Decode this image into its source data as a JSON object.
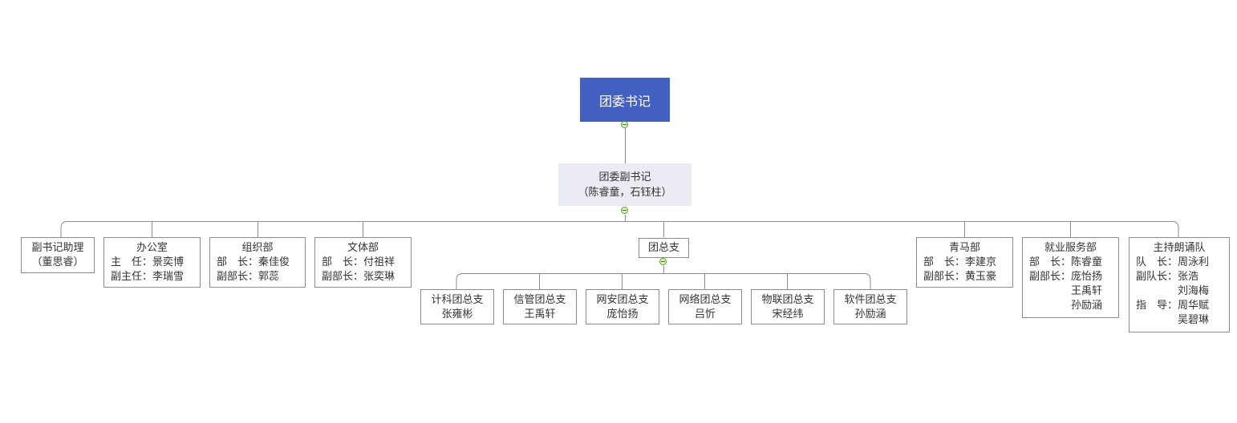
{
  "root": {
    "label": "团委书记"
  },
  "deputy": {
    "title": "团委副书记",
    "names": "（陈睿童，石钰柱）"
  },
  "departments": [
    {
      "id": "assistant",
      "title": "副书记助理",
      "lines": [
        "（董思睿）"
      ]
    },
    {
      "id": "office",
      "title": "办公室",
      "lines": [
        "主　任：景奕博",
        "副主任：李瑞雪"
      ]
    },
    {
      "id": "organization",
      "title": "组织部",
      "lines": [
        "部　长：秦佳俊",
        "副部长：郭蕊"
      ]
    },
    {
      "id": "culture",
      "title": "文体部",
      "lines": [
        "部　长：付祖祥",
        "副部长：张奕琳"
      ]
    },
    {
      "id": "youth",
      "title": "青马部",
      "lines": [
        "部　长：李建京",
        "副部长：黄玉豪"
      ]
    },
    {
      "id": "employment",
      "title": "就业服务部",
      "lines": [
        "部　长：陈睿童",
        "副部长：庞怡扬",
        "　　　　王禹轩",
        "　　　　孙励涵"
      ]
    },
    {
      "id": "host",
      "title": "主持朗诵队",
      "lines": [
        "队　长：周泳利",
        "副队长：张浩",
        "　　　　刘海梅",
        "指　导：周华赋",
        "　　　　吴碧琳"
      ]
    }
  ],
  "branch": {
    "title": "团总支",
    "children": [
      {
        "title": "计科团总支",
        "lines": [
          "张雍彬"
        ]
      },
      {
        "title": "信管团总支",
        "lines": [
          "王禹轩"
        ]
      },
      {
        "title": "网安团总支",
        "lines": [
          "庞怡扬"
        ]
      },
      {
        "title": "网络团总支",
        "lines": [
          "吕忻"
        ]
      },
      {
        "title": "物联团总支",
        "lines": [
          "宋经纬"
        ]
      },
      {
        "title": "软件团总支",
        "lines": [
          "孙励涵"
        ]
      }
    ]
  },
  "colors": {
    "root_fill": "#4361c2",
    "deputy_fill": "#ebebf3",
    "node_border": "#8c8c8c",
    "connector": "#8c8c8c",
    "toggle": "#5aa02c"
  },
  "icons": {
    "collapse": "collapse-toggle-icon"
  }
}
